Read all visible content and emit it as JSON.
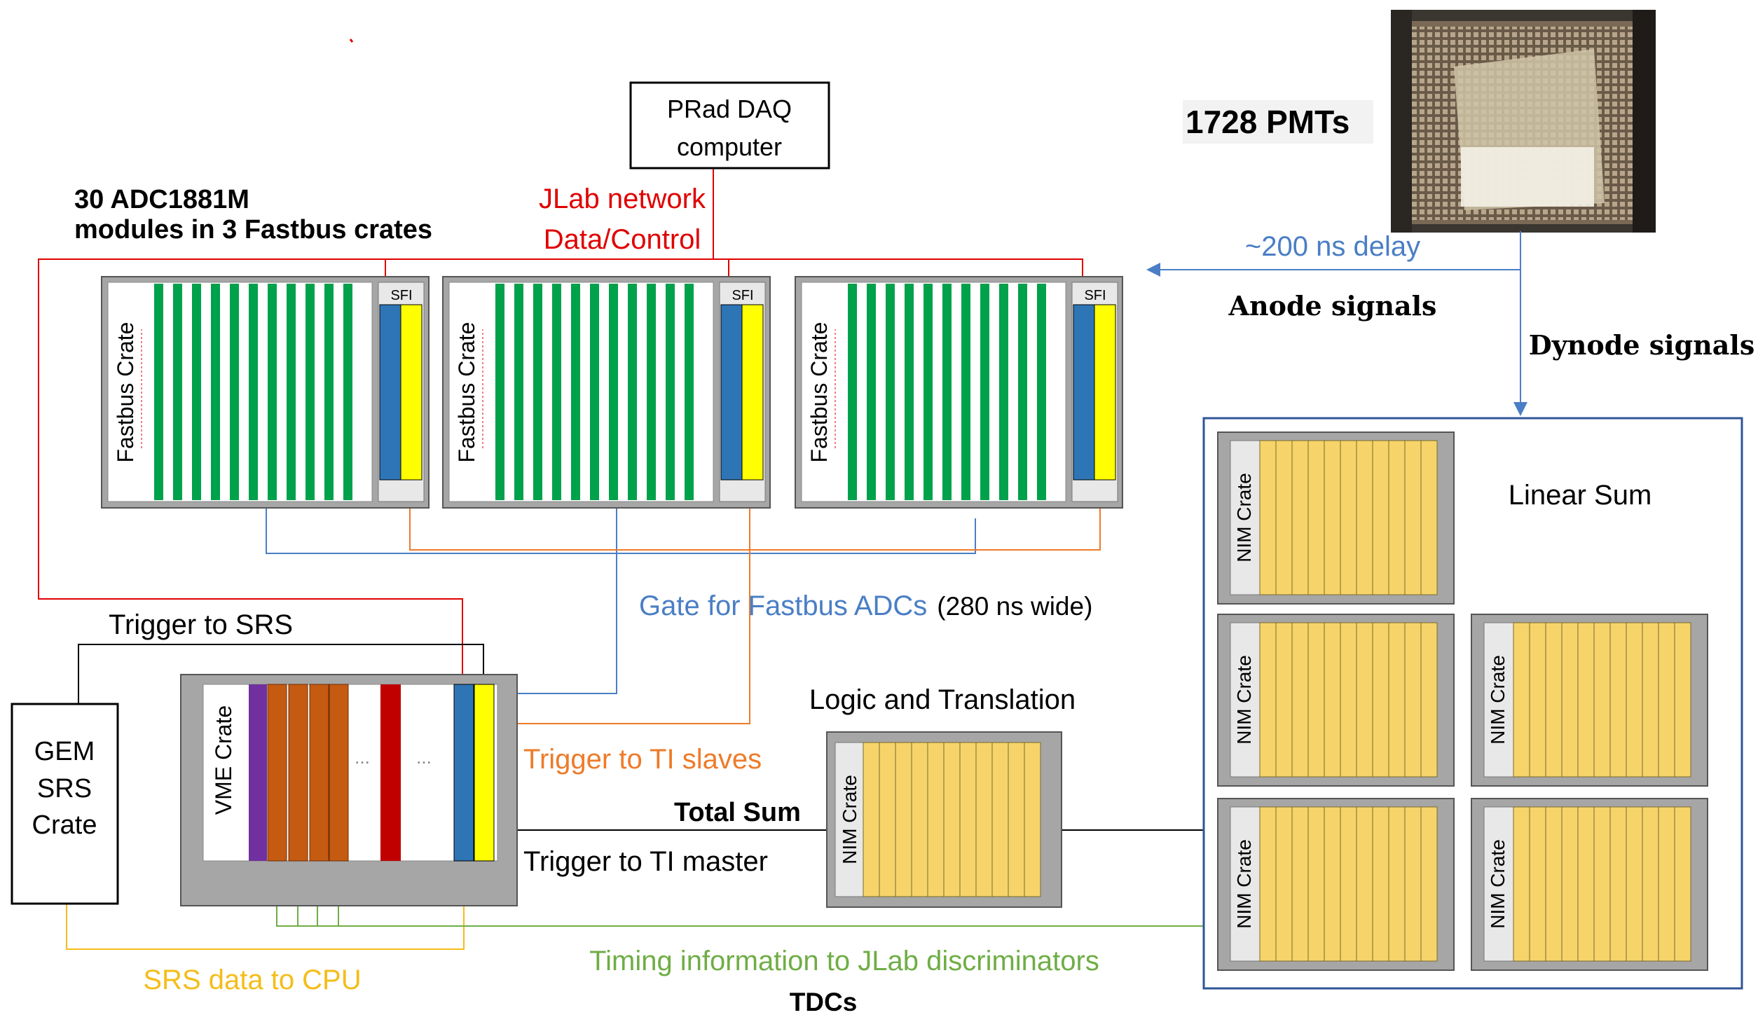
{
  "daq_computer": {
    "line1": "PRad DAQ",
    "line2": "computer"
  },
  "pmts_label": "1728 PMTs",
  "adc_label": {
    "line1": "30 ADC1881M",
    "line2": "modules in 3 Fastbus crates"
  },
  "network_label": {
    "line1": "JLab network",
    "line2": "Data/Control"
  },
  "delay_label": "~200 ns delay",
  "anode_label": "Anode signals",
  "dynode_label": "Dynode signals",
  "fastbus_crate_label": "Fastbus Crate",
  "sfi_label": "SFI",
  "linear_sum_label": "Linear Sum",
  "nim_crate_label": "NIM Crate",
  "gate_label": {
    "colored": "Gate for Fastbus ADCs",
    "plain": "(280 ns wide)"
  },
  "trigger_srs_label": "Trigger to SRS",
  "gem_crate": {
    "line1": "GEM",
    "line2": "SRS",
    "line3": "Crate"
  },
  "vme_crate_label": "VME Crate",
  "ellipsis": "...",
  "logic_label": "Logic and Translation",
  "trigger_ti_slaves_label": "Trigger to TI slaves",
  "total_sum_label": "Total Sum",
  "trigger_ti_master_label": "Trigger to TI master",
  "srs_data_label": "SRS data to CPU",
  "timing_label": "Timing information to JLab discriminators",
  "tdcs_label": "TDCs",
  "colors": {
    "red": "#e00000",
    "blue": "#4a7ec5",
    "orange": "#ee7b2a",
    "green": "#6fad45",
    "gold": "#f4bd1a",
    "crate_gray": "#a6a6a6",
    "module_green": "#00a14b",
    "module_yellow": "#f6d46a",
    "sfi_blue": "#2e75b6",
    "sfi_yellow": "#ffff00",
    "vme_purple": "#7030a0",
    "vme_brown": "#c55a11",
    "vme_red": "#c00000",
    "box_border": "#2f5597"
  }
}
